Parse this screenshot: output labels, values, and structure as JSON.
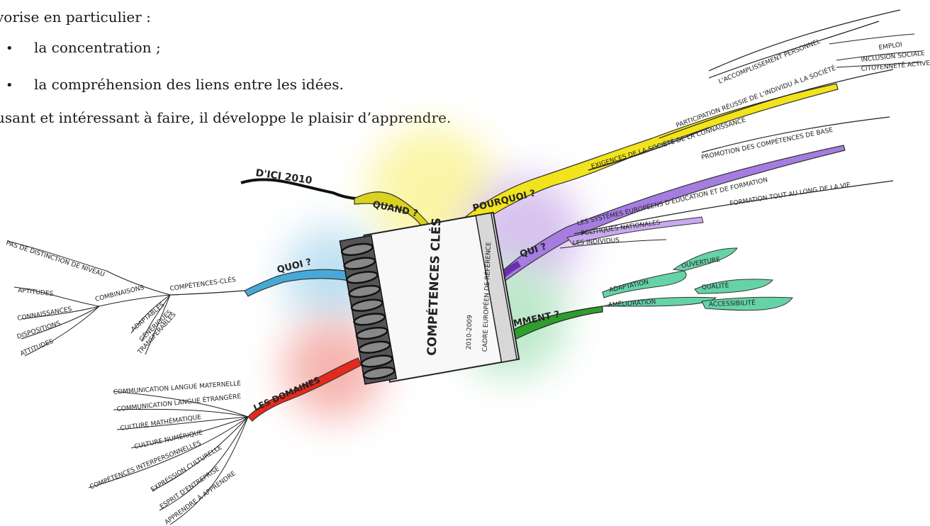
{
  "text": {
    "line_intro": "vorise en particulier :",
    "bullet_symbol": "•",
    "bullet_1": "la concentration ;",
    "bullet_2": "la compréhension des liens entre les idées.",
    "line_outro": "usant et intéressant à faire, il développe le plaisir d’apprendre."
  },
  "mindmap": {
    "central": {
      "title": "COMPÉTENCES CLÉS",
      "subtitle_1": "2010-2009",
      "subtitle_2": "CADRE EUROPÉEN DE RÉFÉRENCE"
    },
    "branches": {
      "quand": {
        "label": "QUAND ?",
        "color": "#d9d220",
        "child": "D'ICI 2010"
      },
      "pourquoi": {
        "label": "POURQUOI ?",
        "color": "#f1e31c",
        "children": [
          "EXIGENCES DE LA SOCIÉTÉ DE LA CONNAISSANCE",
          "PARTICIPATION RÉUSSIE DE L'INDIVIDU À LA SOCIÉTÉ",
          "L'ACCOMPLISSEMENT PERSONNEL",
          "EMPLOI",
          "INCLUSION SOCIALE",
          "CITOYENNETÉ ACTIVE",
          "PROMOTION DES COMPÉTENCES DE BASE"
        ]
      },
      "qui": {
        "label": "QUI ?",
        "color": "#8e4fd2",
        "children": [
          "LES SYSTÈMES EUROPÉENS D'ÉDUCATION ET DE FORMATION",
          "FORMATION TOUT AU LONG DE LA VIE",
          "POLITIQUES NATIONALES",
          "LES INDIVIDUS"
        ]
      },
      "comment": {
        "label": "COMMENT ?",
        "color": "#2f9e2c",
        "children": [
          "ADAPTATION",
          "OUVERTURE",
          "AMÉLIORATION",
          "QUALITÉ",
          "ACCESSIBILITÉ"
        ]
      },
      "quoi": {
        "label": "QUOI ?",
        "color": "#48a9d8",
        "children": [
          "COMPÉTENCES-CLÉS",
          "PAS DE DISTINCTION DE NIVEAU",
          "COMBINAISONS",
          "APTITUDES",
          "CONNAISSANCES",
          "DISPOSITIONS",
          "ATTITUDES",
          "ADAPTABLES",
          "GÉNÉRIQUES",
          "TRANSFÉRABLES"
        ]
      },
      "domaines": {
        "label": "LES DOMAINES",
        "color": "#e42a1c",
        "children": [
          "COMMUNICATION LANGUE MATERNELLE",
          "COMMUNICATION LANGUE ÉTRANGÈRE",
          "CULTURE MATHÉMATIQUE",
          "CULTURE NUMÉRIQUE",
          "COMPÉTENCES INTERPERSONNELLES",
          "EXPRESSION CULTURELLE",
          "ESPRIT D'ENTREPRISE",
          "APPRENDRE À APPRENDRE"
        ]
      }
    }
  }
}
